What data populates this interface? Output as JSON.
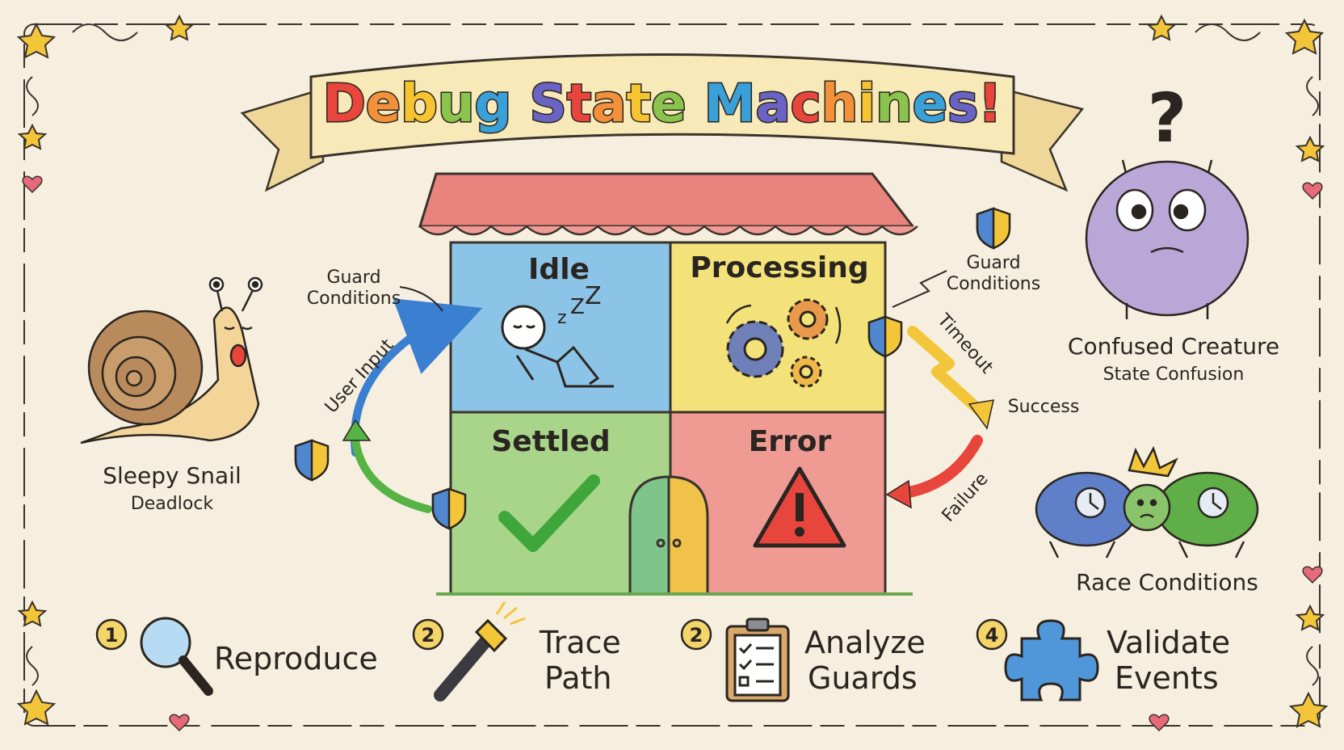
{
  "title": "Debug State Machines!",
  "states": {
    "idle": "Idle",
    "processing": "Processing",
    "settled": "Settled",
    "error": "Error"
  },
  "transitions": {
    "user_input": "User Input",
    "guard_left": [
      "Guard",
      "Conditions"
    ],
    "guard_right": [
      "Guard",
      "Conditions"
    ],
    "timeout": "Timeout",
    "success": "Success",
    "failure": "Failure"
  },
  "characters": {
    "snail": {
      "name": "Sleepy Snail",
      "issue": "Deadlock"
    },
    "creature": {
      "name": "Confused Creature",
      "issue": "State Confusion"
    },
    "turtles": {
      "name": "Race Conditions"
    }
  },
  "steps": [
    {
      "number": "1",
      "label_lines": [
        "Reproduce"
      ],
      "icon": "magnifying-glass-icon"
    },
    {
      "number": "2",
      "label_lines": [
        "Trace",
        "Path"
      ],
      "icon": "flashlight-icon"
    },
    {
      "number": "2",
      "label_lines": [
        "Analyze",
        "Guards"
      ],
      "icon": "clipboard-checklist-icon"
    },
    {
      "number": "4",
      "label_lines": [
        "Validate",
        "Events"
      ],
      "icon": "puzzle-piece-icon"
    }
  ],
  "colors": {
    "idle": "#8cc4e8",
    "processing": "#f3e27a",
    "settled": "#a9d58a",
    "error": "#ef9b94",
    "roof": "#e8837e",
    "banner": "#f7e9b8",
    "title_letters": [
      "#e8463c",
      "#f2913a",
      "#f6c431",
      "#8ac44c",
      "#3aa0d8",
      "#6b63c4"
    ]
  }
}
